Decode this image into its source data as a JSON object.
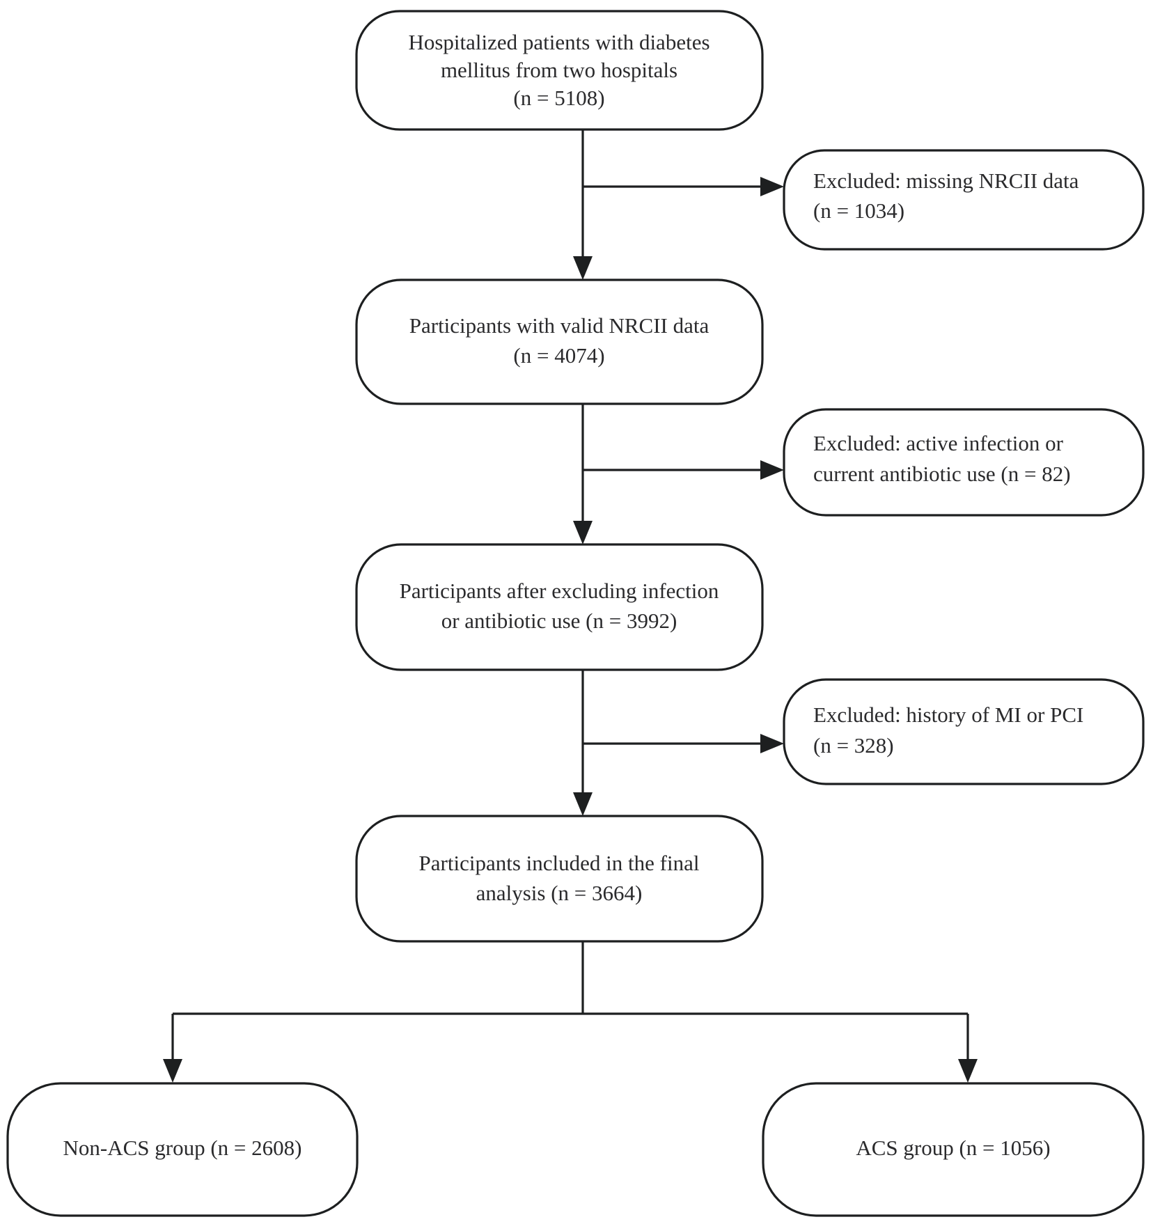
{
  "figure": {
    "kind": "study-flow-diagram",
    "colors": {
      "stroke": "#1d1f20",
      "text": "#2a2a2c",
      "background": "#ffffff"
    }
  },
  "nodes": {
    "enrolled": {
      "id": "enrolled",
      "lines": [
        "Hospitalized patients with diabetes",
        "mellitus from two hospitals",
        "(n = 5108)"
      ],
      "count": 5108,
      "align": "center"
    },
    "valid_nrcii": {
      "id": "valid_nrcii",
      "lines": [
        "Participants with valid NRCII data",
        "(n = 4074)"
      ],
      "count": 4074,
      "align": "center"
    },
    "after_infection": {
      "id": "after_infection",
      "lines": [
        "Participants after excluding infection",
        "or antibiotic use (n = 3992)"
      ],
      "count": 3992,
      "align": "center"
    },
    "final_analysis": {
      "id": "final_analysis",
      "lines": [
        "Participants included in the final",
        "analysis (n = 3664)"
      ],
      "count": 3664,
      "align": "center"
    },
    "non_acs": {
      "id": "non_acs",
      "lines": [
        "Non-ACS group (n = 2608)"
      ],
      "count": 2608,
      "align": "center"
    },
    "acs": {
      "id": "acs",
      "lines": [
        "ACS group (n = 1056)"
      ],
      "count": 1056,
      "align": "center"
    },
    "excl_missing": {
      "id": "excl_missing",
      "lines": [
        "Excluded: missing NRCII data",
        "(n = 1034)"
      ],
      "count": 1034,
      "align": "left"
    },
    "excl_infection": {
      "id": "excl_infection",
      "lines": [
        "Excluded: active infection or",
        "current antibiotic use (n = 82)"
      ],
      "count": 82,
      "align": "left"
    },
    "excl_mi_pci": {
      "id": "excl_mi_pci",
      "lines": [
        "Excluded: history of MI or PCI",
        "(n = 328)"
      ],
      "count": 328,
      "align": "left"
    }
  },
  "flow": {
    "steps": [
      {
        "from": "enrolled",
        "to": "valid_nrcii"
      },
      {
        "from": "enrolled",
        "to": "excl_missing"
      },
      {
        "from": "valid_nrcii",
        "to": "after_infection"
      },
      {
        "from": "valid_nrcii",
        "to": "excl_infection"
      },
      {
        "from": "after_infection",
        "to": "final_analysis"
      },
      {
        "from": "after_infection",
        "to": "excl_mi_pci"
      },
      {
        "from": "final_analysis",
        "to": "non_acs"
      },
      {
        "from": "final_analysis",
        "to": "acs"
      }
    ]
  }
}
